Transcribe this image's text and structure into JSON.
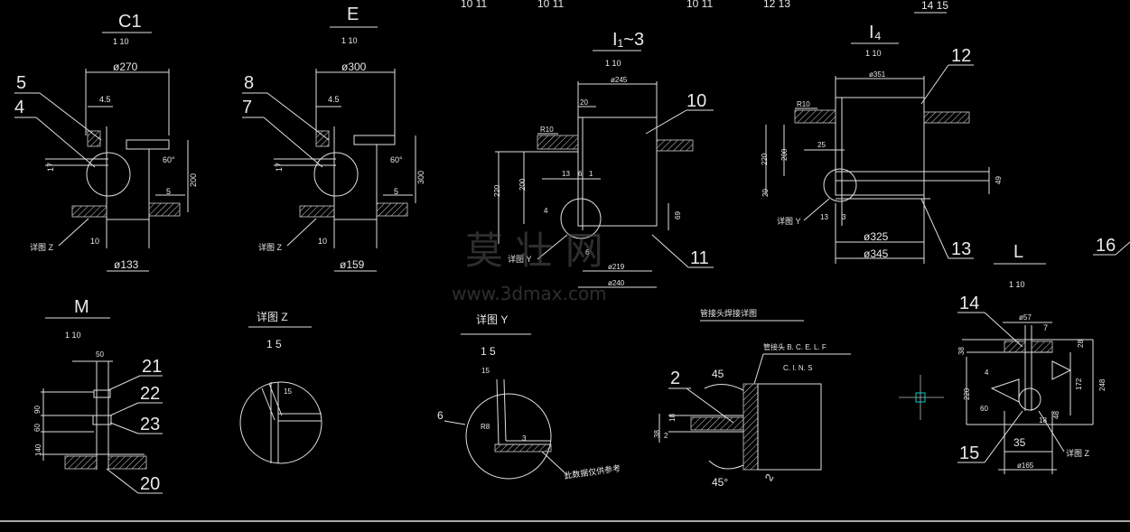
{
  "colors": {
    "background": "#000000",
    "line": "#e0e0e0",
    "marker": "#00d0c0",
    "watermark": "#555555"
  },
  "top_labels": [
    "10 11",
    "10 11",
    "10 11",
    "12 13",
    "14 15"
  ],
  "sections": {
    "c1": {
      "title": "C1",
      "scale": "1 10",
      "d_top": "ø270",
      "gap": "4.5",
      "h": "17",
      "angle": "60°",
      "weld": "5",
      "height": "200",
      "dim_bottom": "10",
      "d_bottom": "ø133",
      "detail": "详图 Z",
      "callouts": [
        "5",
        "4"
      ]
    },
    "e": {
      "title": "E",
      "scale": "1 10",
      "d_top": "ø300",
      "gap": "4.5",
      "h": "17",
      "angle": "60°",
      "weld": "5",
      "height": "300",
      "dim_bottom": "10",
      "d_bottom": "ø159",
      "detail": "详图 Z",
      "callouts": [
        "8",
        "7"
      ]
    },
    "i13": {
      "title": "I₁~3",
      "scale": "1 10",
      "d_top": "ø245",
      "gap": "20",
      "radius": "R10",
      "h1": "220",
      "h2": "200",
      "d1": "13",
      "d2": "6",
      "d3": "1",
      "d4": "4",
      "d5": "6",
      "h3": "69",
      "d_mid": "ø219",
      "d_bottom": "ø240",
      "detail": "详图 Y",
      "callouts": [
        "10",
        "11"
      ]
    },
    "i4": {
      "title": "I₄",
      "scale": "1 10",
      "d_top": "ø351",
      "radius": "R10",
      "h1": "220",
      "h2": "200",
      "d1": "25",
      "d2": "49",
      "d3": "13",
      "d4": "3",
      "d5": "20",
      "d_mid": "ø325",
      "d_bottom": "ø345",
      "detail": "详图 Y",
      "callouts": [
        "12",
        "13"
      ]
    },
    "m": {
      "title": "M",
      "scale": "1 10",
      "gap": "50",
      "dims": [
        "140",
        "60",
        "90"
      ],
      "callouts": [
        "21",
        "22",
        "23",
        "20"
      ]
    },
    "detail_z": {
      "title": "详图 Z",
      "scale": "1 5",
      "angle": "15"
    },
    "detail_y": {
      "title": "详图 Y",
      "scale": "1 5",
      "angle": "15",
      "weld": "6",
      "radius": "R8",
      "t": "3",
      "note": "此数据仅供参考"
    },
    "pipe_weld": {
      "title": "管接头焊接详图",
      "note1": "管接头  B. C. E. L. F",
      "note2": "C. I. N. S",
      "angle_top": "45",
      "angle_bottom": "45°",
      "dims": [
        "38",
        "18",
        "2"
      ],
      "callouts": [
        "2",
        "2"
      ]
    },
    "l": {
      "title": "L",
      "scale": "1 10",
      "d_top": "ø57",
      "gap": "7",
      "d1": "38",
      "d2": "4",
      "h1": "220",
      "h2": "172",
      "h3": "248",
      "d3": "28",
      "d4": "60",
      "d5": "48",
      "d6": "18",
      "d7": "35",
      "d_bottom": "ø165",
      "detail": "详图 Z",
      "callouts": [
        "14",
        "15",
        "16"
      ]
    }
  },
  "watermark": {
    "text": "莫 壮 网",
    "url": "www.3dmax.com"
  }
}
